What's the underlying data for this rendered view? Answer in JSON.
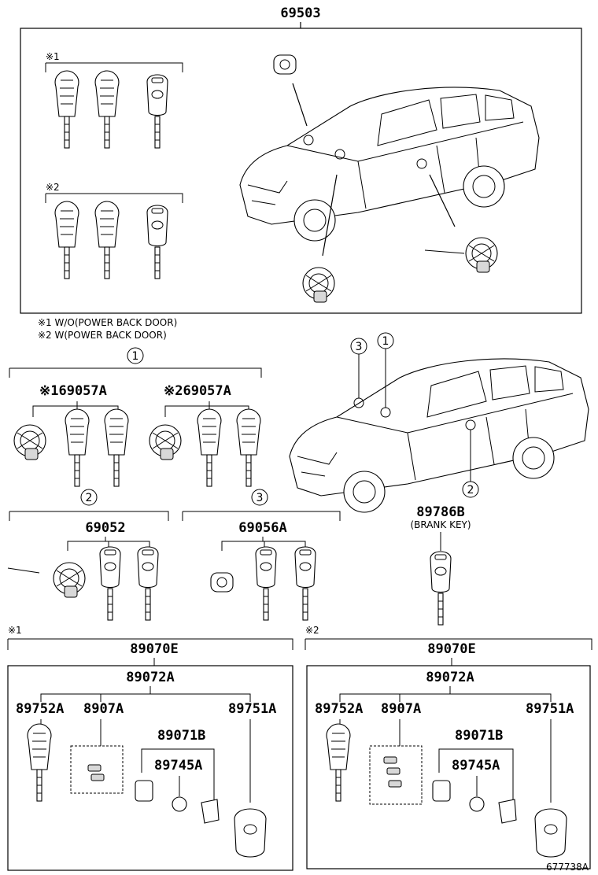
{
  "labels": {
    "top_part": "69503",
    "note1_mark": "※1",
    "note2_mark": "※2",
    "note1": "※1 W/O(POWER BACK DOOR)",
    "note2": "※2 W(POWER BACK DOOR)",
    "c1": "1",
    "c2": "2",
    "c3": "3",
    "p69057a_1": "※169057A",
    "p69057a_2": "※269057A",
    "p69052": "69052",
    "p69056a": "69056A",
    "p89786b": "89786B",
    "brank_key": "(BRANK KEY)",
    "p89070e": "89070E",
    "p89072a": "89072A",
    "p89752a": "89752A",
    "p8907a": "8907A",
    "p89751a": "89751A",
    "p89071b": "89071B",
    "p89745a": "89745A",
    "footer_id": "677738A"
  }
}
